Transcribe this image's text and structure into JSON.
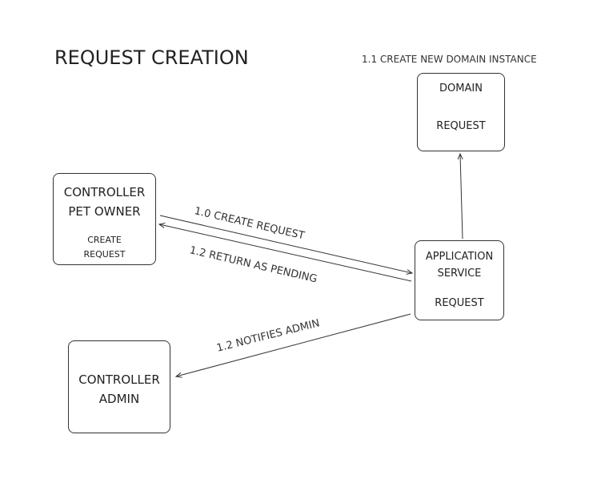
{
  "title": "REQUEST CREATION",
  "annotations": {
    "create_domain_instance": "1.1 CREATE NEW DOMAIN INSTANCE"
  },
  "nodes": {
    "domain": {
      "line1": "DOMAIN",
      "line2": "REQUEST"
    },
    "controller_pet_owner": {
      "line1": "CONTROLLER",
      "line2": "PET OWNER",
      "line3": "CREATE",
      "line4": "REQUEST"
    },
    "application_service": {
      "line1": "APPLICATION",
      "line2": "SERVICE",
      "line3": "REQUEST"
    },
    "controller_admin": {
      "line1": "CONTROLLER",
      "line2": "ADMIN"
    }
  },
  "edges": {
    "create_request": "1.0 CREATE REQUEST",
    "return_as_pending": "1.2 RETURN AS PENDING",
    "notifies_admin": "1.2 NOTIFIES ADMIN"
  },
  "colors": {
    "stroke": "#333333",
    "text": "#222222"
  }
}
